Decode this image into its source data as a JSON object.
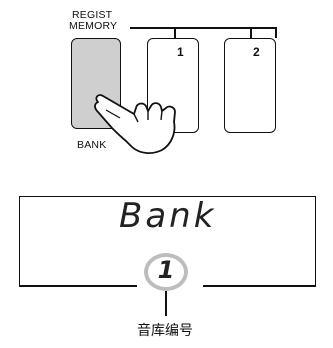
{
  "panel": {
    "group_label_line1": "REGIST",
    "group_label_line2": "MEMORY",
    "bank_label": "BANK",
    "button1_label": "1",
    "button2_label": "2"
  },
  "display": {
    "text": "Bank",
    "number": "1"
  },
  "callout": {
    "caption": "音库编号"
  },
  "colors": {
    "bank_button_fill": "#cfcfcf",
    "number_ring": "#bdbdbd",
    "line": "#111111"
  },
  "icons": {
    "hand": "pointing-hand-icon"
  }
}
